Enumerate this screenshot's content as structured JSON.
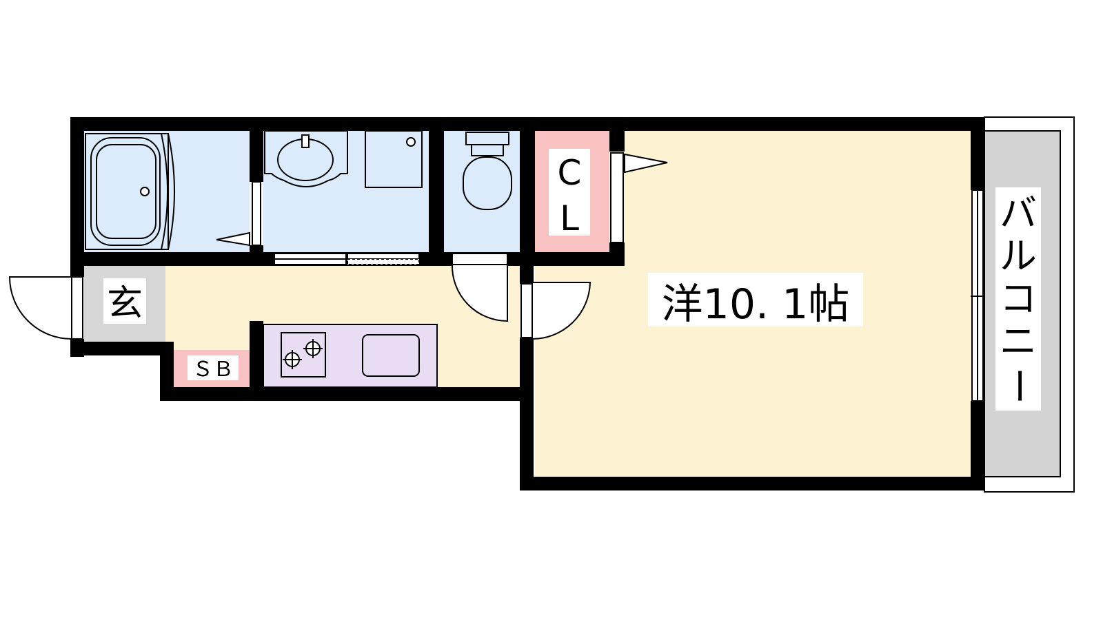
{
  "labels": {
    "western_room": "洋10. 1帖",
    "closet_line1": "C",
    "closet_line2": "L",
    "entrance": "玄",
    "shoe_box": "ＳＢ",
    "balcony": [
      "バ",
      "ル",
      "コ",
      "ニ",
      "ー"
    ]
  },
  "colors": {
    "wall": "#000000",
    "wet_area": "#dcebfb",
    "living": "#fdf2d2",
    "closet": "#f9c2c2",
    "kitchen": "#e9ddf3",
    "entrance_floor": "#d7d7d7",
    "balcony": "#d3d3d3",
    "door": "#ffffff"
  }
}
